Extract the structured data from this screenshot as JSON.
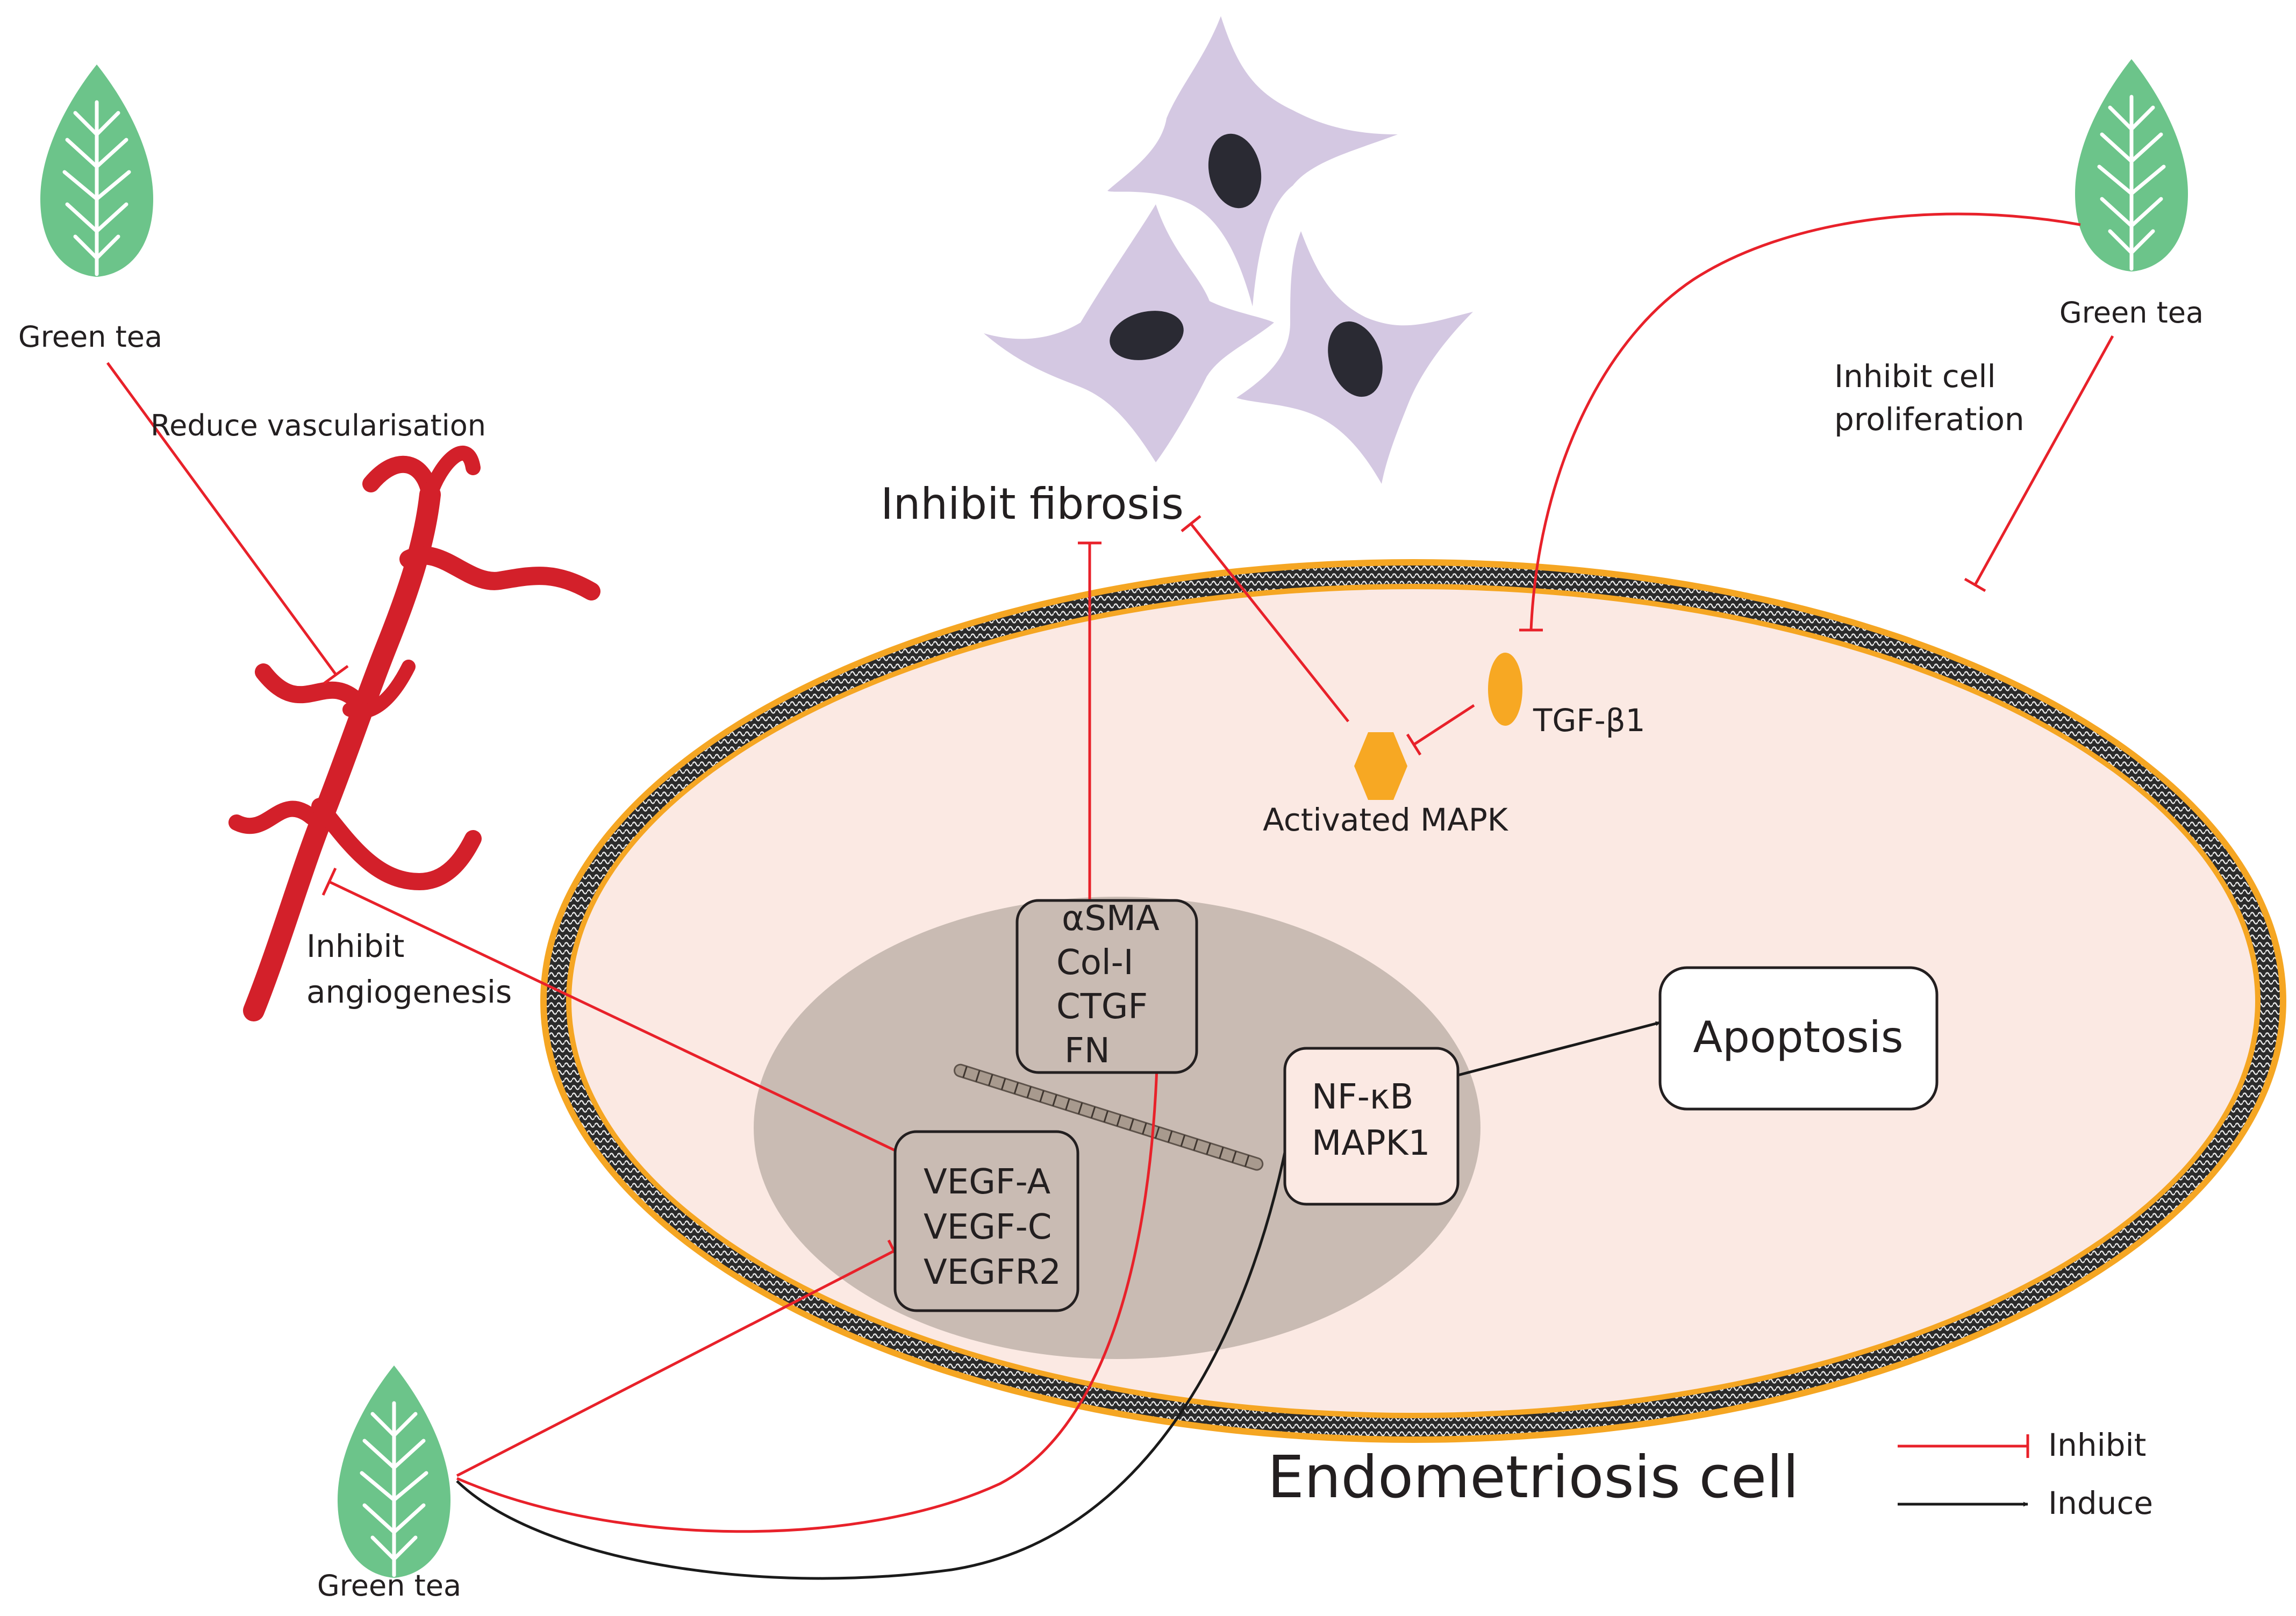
{
  "labels": {
    "green_tea_topleft": "Green tea",
    "green_tea_topright": "Green tea",
    "green_tea_bottom": "Green tea",
    "reduce_vascularisation": "Reduce vascularisation",
    "inhibit_angiogenesis_1": "Inhibit",
    "inhibit_angiogenesis_2": "angiogenesis",
    "inhibit_fibrosis": "Inhibit fibrosis",
    "inhibit_proliferation_1": "Inhibit cell",
    "inhibit_proliferation_2": "proliferation",
    "tgf": "TGF-β1",
    "activated_mapk": "Activated MAPK",
    "cell_title": "Endometriosis cell"
  },
  "boxes": {
    "fibrosis_markers": [
      "αSMA",
      "Col-I",
      "CTGF",
      "FN"
    ],
    "vegf": [
      "VEGF-A",
      "VEGF-C",
      "VEGFR2"
    ],
    "nfkb": [
      "NF-κB",
      "MAPK1"
    ],
    "apoptosis": "Apoptosis"
  },
  "legend": {
    "inhibit": "Inhibit",
    "induce": "Induce"
  },
  "colors": {
    "inhibit_line": "#e8212a",
    "induce_line": "#1a1a1a",
    "leaf": "#6cc48a",
    "vessel": "#d3202a",
    "cytoplasm": "#fbe9e3",
    "membrane_outer": "#f5a623",
    "membrane_inner": "#2b2b2b",
    "nucleus": "#c9bbb3",
    "fibroblast": "#d4c8e2",
    "fibroblast_nucleus": "#2a2a33",
    "node_orange": "#f7a823"
  },
  "icons": [
    "leaf-icon",
    "blood-vessel-icon",
    "fibroblast-cell-icon",
    "dna-icon",
    "tgf-receptor-icon",
    "mapk-hexagon-icon"
  ]
}
